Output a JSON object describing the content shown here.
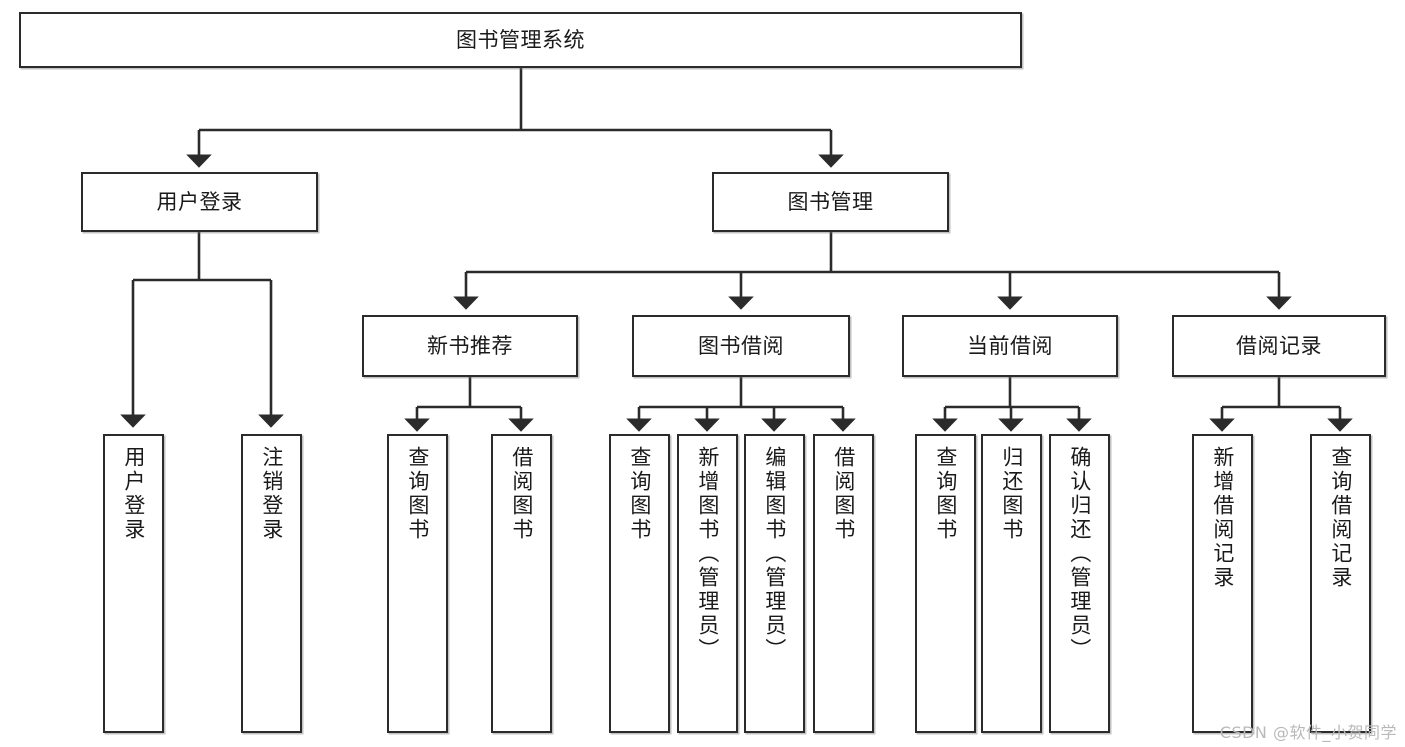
{
  "diagram": {
    "title": "图书管理系统",
    "type": "tree-hierarchy",
    "orientation": "top-down",
    "watermark": "CSDN @软件_小贺同学",
    "colors": {
      "box_border": "#2b2b2b",
      "box_fill": "#ffffff",
      "edge": "#2b2b2b",
      "text": "#1a1a1a",
      "watermark": "#b9b9b9",
      "background": "#ffffff"
    },
    "nodes": {
      "root": {
        "label": "图书管理系统",
        "level": 0,
        "text_direction": "horizontal"
      },
      "user_login": {
        "label": "用户登录",
        "level": 1,
        "text_direction": "horizontal"
      },
      "book_mgmt": {
        "label": "图书管理",
        "level": 1,
        "text_direction": "horizontal"
      },
      "new_book_rec": {
        "label": "新书推荐",
        "level": 2,
        "text_direction": "horizontal"
      },
      "book_borrow": {
        "label": "图书借阅",
        "level": 2,
        "text_direction": "horizontal"
      },
      "current_borrow": {
        "label": "当前借阅",
        "level": 2,
        "text_direction": "horizontal"
      },
      "borrow_record": {
        "label": "借阅记录",
        "level": 2,
        "text_direction": "horizontal"
      },
      "leaf_user_login": {
        "label": "用户登录",
        "level": 2,
        "text_direction": "vertical"
      },
      "leaf_logout": {
        "label": "注销登录",
        "level": 2,
        "text_direction": "vertical"
      },
      "leaf_query_book_1": {
        "label": "查询图书",
        "level": 3,
        "text_direction": "vertical"
      },
      "leaf_borrow_book_1": {
        "label": "借阅图书",
        "level": 3,
        "text_direction": "vertical"
      },
      "leaf_query_book_2": {
        "label": "查询图书",
        "level": 3,
        "text_direction": "vertical"
      },
      "leaf_add_book": {
        "label": "新增图书（管理员）",
        "level": 3,
        "text_direction": "vertical"
      },
      "leaf_edit_book": {
        "label": "编辑图书（管理员）",
        "level": 3,
        "text_direction": "vertical"
      },
      "leaf_borrow_book_2": {
        "label": "借阅图书",
        "level": 3,
        "text_direction": "vertical"
      },
      "leaf_query_book_3": {
        "label": "查询图书",
        "level": 3,
        "text_direction": "vertical"
      },
      "leaf_return_book": {
        "label": "归还图书",
        "level": 3,
        "text_direction": "vertical"
      },
      "leaf_confirm_return": {
        "label": "确认归还（管理员）",
        "level": 3,
        "text_direction": "vertical"
      },
      "leaf_add_record": {
        "label": "新增借阅记录",
        "level": 3,
        "text_direction": "vertical"
      },
      "leaf_query_record": {
        "label": "查询借阅记录",
        "level": 3,
        "text_direction": "vertical"
      }
    },
    "edges": [
      {
        "from": "root",
        "to": "user_login"
      },
      {
        "from": "root",
        "to": "book_mgmt"
      },
      {
        "from": "user_login",
        "to": "leaf_user_login"
      },
      {
        "from": "user_login",
        "to": "leaf_logout"
      },
      {
        "from": "book_mgmt",
        "to": "new_book_rec"
      },
      {
        "from": "book_mgmt",
        "to": "book_borrow"
      },
      {
        "from": "book_mgmt",
        "to": "current_borrow"
      },
      {
        "from": "book_mgmt",
        "to": "borrow_record"
      },
      {
        "from": "new_book_rec",
        "to": "leaf_query_book_1"
      },
      {
        "from": "new_book_rec",
        "to": "leaf_borrow_book_1"
      },
      {
        "from": "book_borrow",
        "to": "leaf_query_book_2"
      },
      {
        "from": "book_borrow",
        "to": "leaf_add_book"
      },
      {
        "from": "book_borrow",
        "to": "leaf_edit_book"
      },
      {
        "from": "book_borrow",
        "to": "leaf_borrow_book_2"
      },
      {
        "from": "current_borrow",
        "to": "leaf_query_book_3"
      },
      {
        "from": "current_borrow",
        "to": "leaf_return_book"
      },
      {
        "from": "current_borrow",
        "to": "leaf_confirm_return"
      },
      {
        "from": "borrow_record",
        "to": "leaf_add_record"
      },
      {
        "from": "borrow_record",
        "to": "leaf_query_record"
      }
    ]
  }
}
